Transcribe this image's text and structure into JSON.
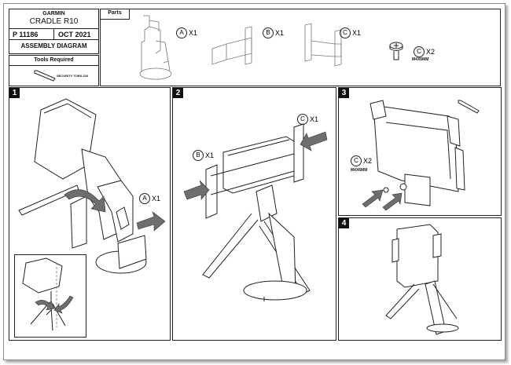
{
  "title_block": {
    "brand": "GARMIN",
    "product": "CRADLE R10",
    "part_number": "P 11186",
    "date": "OCT 2021",
    "document_type": "ASSEMBLY DIAGRAM"
  },
  "tools": {
    "heading": "Tools Required",
    "items": [
      {
        "label": "SECURITY TORX 320",
        "icon": "hex-key-icon"
      }
    ]
  },
  "parts": {
    "heading": "Parts",
    "items": [
      {
        "letter": "A",
        "qty": "X1",
        "spec": ""
      },
      {
        "letter": "B",
        "qty": "X1",
        "spec": ""
      },
      {
        "letter": "C",
        "qty": "X1",
        "spec": ""
      },
      {
        "letter": "C",
        "qty": "X2",
        "spec": "M4X6MM"
      }
    ]
  },
  "steps": [
    {
      "number": "1",
      "callouts": [
        {
          "letter": "A",
          "qty": "X1"
        }
      ]
    },
    {
      "number": "2",
      "callouts": [
        {
          "letter": "C",
          "qty": "X1"
        },
        {
          "letter": "B",
          "qty": "X1"
        }
      ]
    },
    {
      "number": "3",
      "callouts": [
        {
          "letter": "C",
          "qty": "X2",
          "spec": "M4X6MM"
        }
      ]
    },
    {
      "number": "4",
      "callouts": []
    }
  ]
}
